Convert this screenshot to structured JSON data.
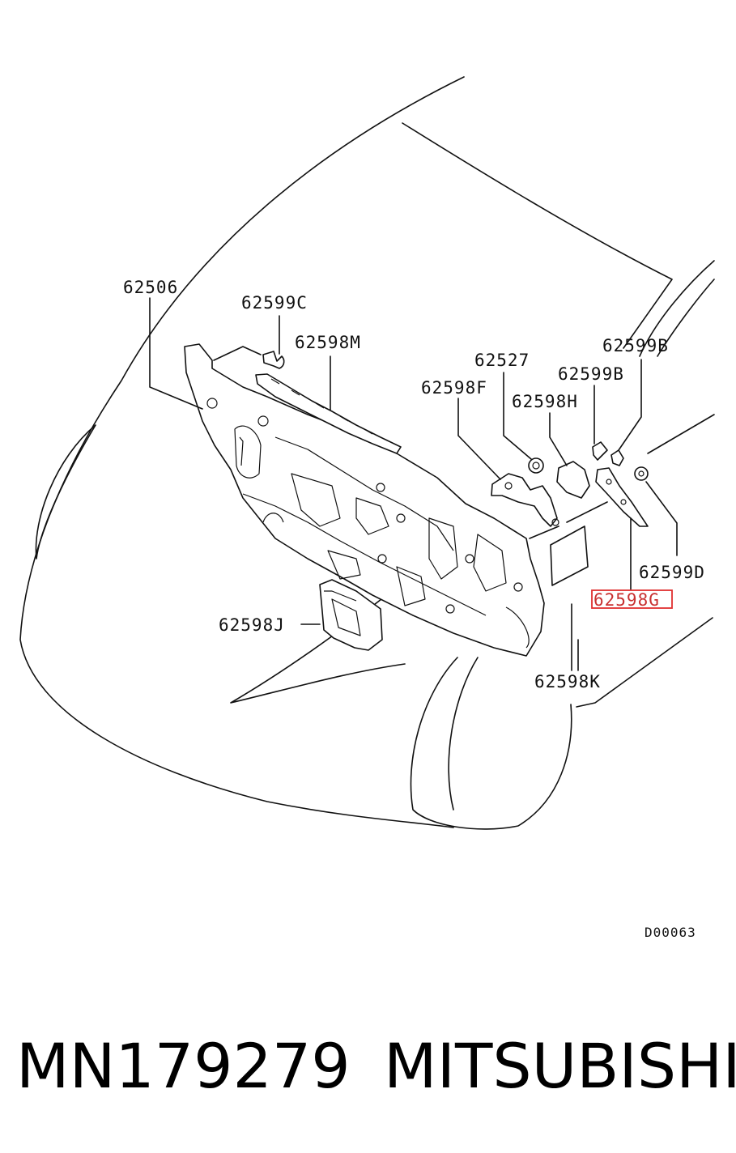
{
  "labels": [
    {
      "id": "62506",
      "text": "62506"
    },
    {
      "id": "62599c",
      "text": "62599C"
    },
    {
      "id": "62598m",
      "text": "62598M"
    },
    {
      "id": "62527",
      "text": "62527"
    },
    {
      "id": "62599b-1",
      "text": "62599B"
    },
    {
      "id": "62599b-2",
      "text": "62599B"
    },
    {
      "id": "62598f",
      "text": "62598F"
    },
    {
      "id": "62598h",
      "text": "62598H"
    },
    {
      "id": "62599d",
      "text": "62599D"
    },
    {
      "id": "62598g",
      "text": "62598G",
      "highlighted": true,
      "highlight_color": "#e03030"
    },
    {
      "id": "62598j",
      "text": "62598J"
    },
    {
      "id": "62598k",
      "text": "62598K"
    }
  ],
  "diagram_code": "D00063",
  "footer": {
    "part_number": "MN179279",
    "brand": "MITSUBISHI"
  }
}
